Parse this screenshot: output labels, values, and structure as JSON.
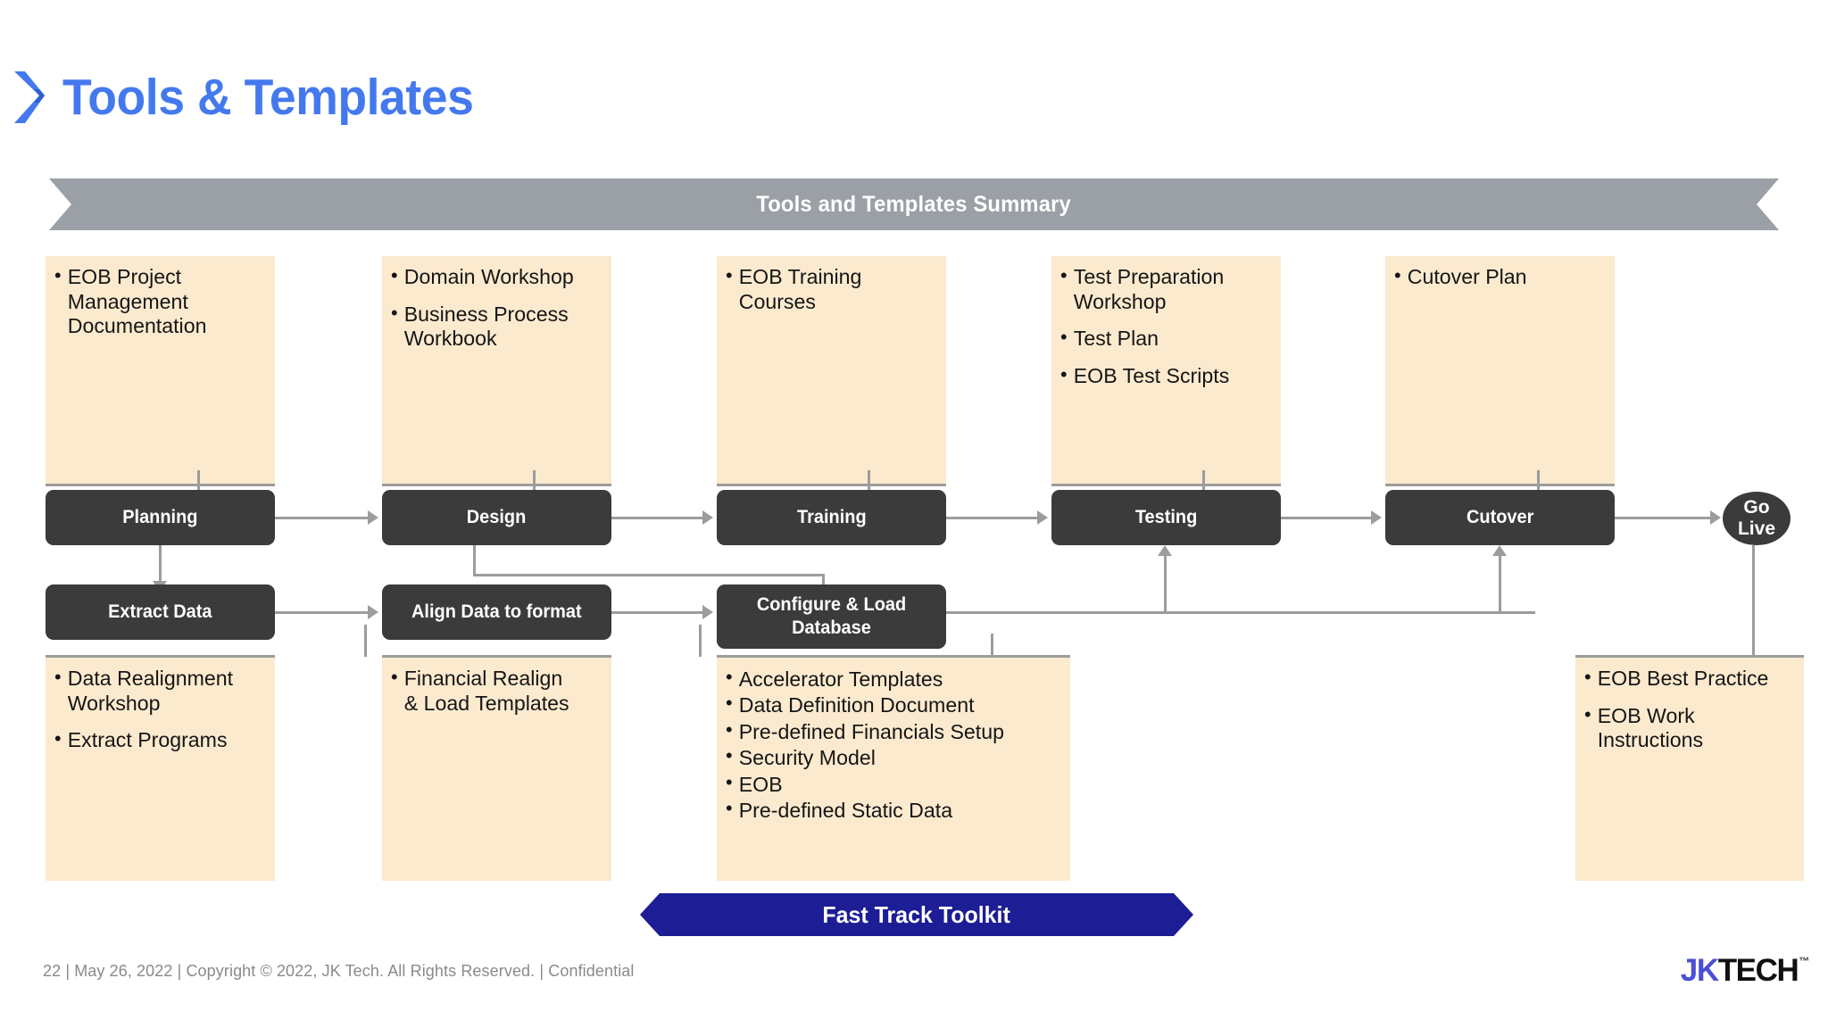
{
  "slide": {
    "title": "Tools & Templates",
    "chevron_icon": "chevron-right-icon",
    "accent_color": "#4479ee"
  },
  "summary_banner": {
    "label": "Tools and Templates Summary",
    "color": "#9aa0a6"
  },
  "fast_track_banner": {
    "label": "Fast Track Toolkit",
    "color": "#1d1d96"
  },
  "top_notes": [
    {
      "items": [
        "EOB Project Management Documentation"
      ]
    },
    {
      "items": [
        "Domain Workshop",
        "Business Process Workbook"
      ]
    },
    {
      "items": [
        "EOB Training Courses"
      ]
    },
    {
      "items": [
        "Test Preparation Workshop",
        "Test Plan",
        "EOB Test Scripts"
      ]
    },
    {
      "items": [
        "Cutover Plan"
      ]
    }
  ],
  "phase_boxes": [
    {
      "label": "Planning"
    },
    {
      "label": "Design"
    },
    {
      "label": "Training"
    },
    {
      "label": "Testing"
    },
    {
      "label": "Cutover"
    }
  ],
  "go_live": {
    "line1": "Go",
    "line2": "Live"
  },
  "data_boxes": [
    {
      "label": "Extract Data"
    },
    {
      "label": "Align Data to format"
    },
    {
      "label": "Configure & Load Database"
    }
  ],
  "bottom_notes": [
    {
      "items": [
        "Data Realignment Workshop",
        "Extract Programs"
      ]
    },
    {
      "items": [
        "Financial  Realign\n & Load Templates"
      ]
    },
    {
      "items": [
        "Accelerator Templates",
        "Data Definition Document",
        "Pre-defined Financials Setup",
        "Security Model",
        "EOB",
        "Pre-defined Static Data"
      ]
    },
    {
      "items": [
        "EOB Best Practice",
        "EOB Work Instructions"
      ]
    }
  ],
  "footer": {
    "text": "22  |  May 26, 2022  |   Copyright © 2022, JK Tech. All Rights Reserved.  |  Confidential",
    "logo": {
      "jk": "JK",
      "tech": "TECH",
      "tm": "™"
    }
  }
}
